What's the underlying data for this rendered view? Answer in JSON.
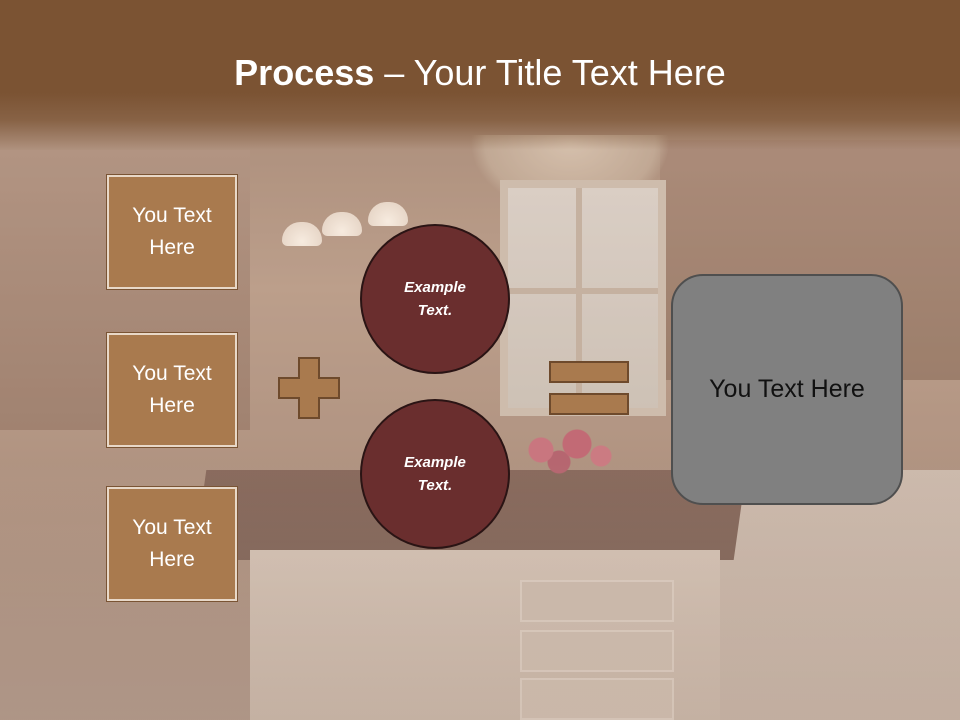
{
  "title": {
    "bold": "Process",
    "rest": " – Your Title Text Here"
  },
  "boxes": [
    {
      "label": "You Text Here"
    },
    {
      "label": "You Text Here"
    },
    {
      "label": "You Text Here"
    }
  ],
  "circles": [
    {
      "label": "Example Text."
    },
    {
      "label": "Example Text."
    }
  ],
  "result": {
    "label": "You Text Here"
  },
  "icons": {
    "operator_1": "plus-icon",
    "operator_2": "equals-icon"
  },
  "colors": {
    "title_bar": "#7b5333",
    "box_fill": "#a97a4e",
    "circle_fill": "#6a2e2e",
    "result_fill": "#808080",
    "operator_fill": "#a97a4e"
  }
}
